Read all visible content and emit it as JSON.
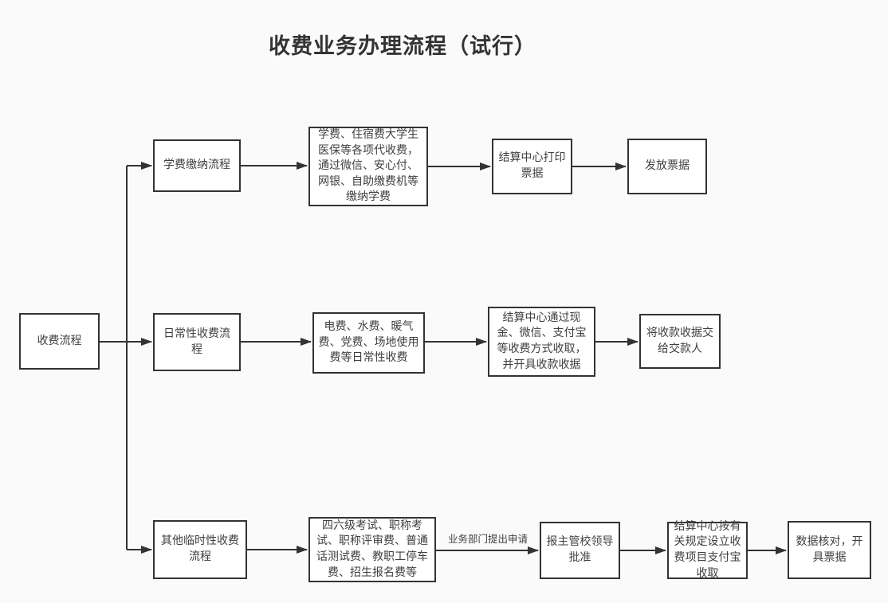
{
  "title": "收费业务办理流程（试行）",
  "colors": {
    "background": "#fafafa",
    "box_fill": "#ffffff",
    "box_border": "#333333",
    "connector_line": "#333333",
    "text": "#3f3f3f",
    "title_text": "#333333"
  },
  "flowchart": {
    "root": {
      "label": "收费流程"
    },
    "branches": [
      {
        "name": "tuition-payment",
        "nodes": [
          {
            "label": "学费缴纳流程"
          },
          {
            "label": "学费、住宿费大学生医保等各项代收费，通过微信、安心付、网银、自助缴费机等缴纳学费"
          },
          {
            "label": "结算中心打印票据"
          },
          {
            "label": "发放票据"
          }
        ]
      },
      {
        "name": "daily-fees",
        "nodes": [
          {
            "label": "日常性收费流程"
          },
          {
            "label": "电费、水费、暖气费、党费、场地使用费等日常性收费"
          },
          {
            "label": "结算中心通过现金、微信、支付宝等收费方式收取，并开具收款收据"
          },
          {
            "label": "将收款收据交给交款人"
          }
        ]
      },
      {
        "name": "other-temporary-fees",
        "edge_label": "业务部门提出申请",
        "nodes": [
          {
            "label": "其他临时性收费流程"
          },
          {
            "label": "四六级考试、职称考试、职称评审费、普通话测试费、教职工停车费、招生报名费等"
          },
          {
            "label": "报主管校领导批准"
          },
          {
            "label": "结算中心按有关规定设立收费项目支付宝收取"
          },
          {
            "label": "数据核对，开具票据"
          }
        ]
      }
    ]
  }
}
